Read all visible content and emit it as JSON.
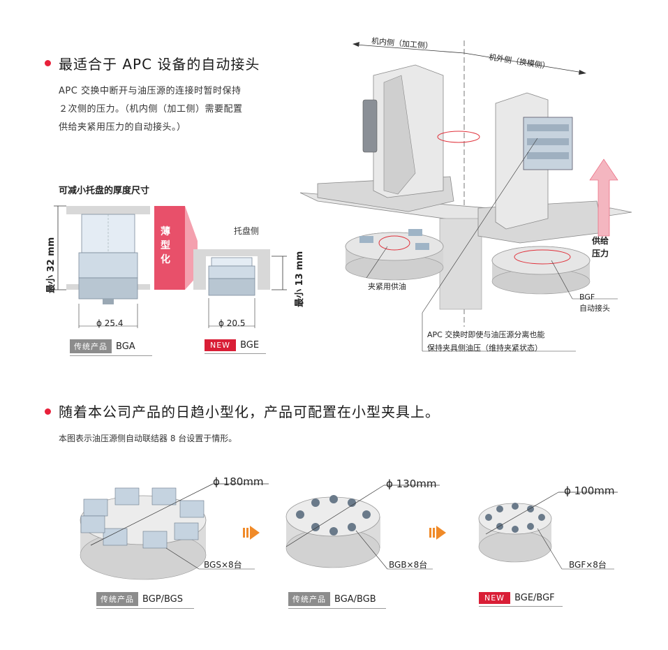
{
  "section1": {
    "heading": "最适合于 APC 设备的自动接头",
    "desc_lines": [
      "APC 交换中断开与油压源的连接时暂时保持",
      "２次侧的压力。（机内侧（加工侧）需要配置",
      "供给夹紧用压力的自动接头。）"
    ],
    "subheading": "可减小托盘的厚度尺寸",
    "left_height": "最小 32 mm",
    "left_dia": "ϕ 25.4",
    "thin_label": [
      "薄",
      "型",
      "化"
    ],
    "pallet_side": "托盘侧",
    "right_height": "最小 13 mm",
    "right_dia": "ϕ 20.5",
    "legacy_tag": "传统产品",
    "left_model": "BGA",
    "new_tag": "NEW",
    "right_model": "BGE",
    "machine_in": "机内侧（加工侧）",
    "machine_out": "机外侧（换模侧）",
    "clamp_supply": "夹紧用供油",
    "supply_pressure": [
      "供给",
      "压力"
    ],
    "bgf_label": [
      "BGF",
      "自动接头"
    ],
    "apc_note": [
      "APC 交换时即使与油压源分离也能",
      "保持夹具侧油压（维持夹紧状态）"
    ]
  },
  "section2": {
    "heading": "随着本公司产品的日趋小型化，产品可配置在小型夹具上。",
    "desc": "本图表示油压源侧自动联结器 8 台设置于情形。",
    "items": [
      {
        "dia": "ϕ 180mm",
        "count": "BGS×8台",
        "tag": "传统产品",
        "model": "BGP/BGS"
      },
      {
        "dia": "ϕ 130mm",
        "count": "BGB×8台",
        "tag": "传统产品",
        "model": "BGA/BGB"
      },
      {
        "dia": "ϕ 100mm",
        "count": "BGF×8台",
        "tag": "NEW",
        "model": "BGE/BGF"
      }
    ]
  },
  "colors": {
    "accent": "#e8203a",
    "arrow": "#f08a28",
    "gray_tag": "#8c8c8c"
  }
}
